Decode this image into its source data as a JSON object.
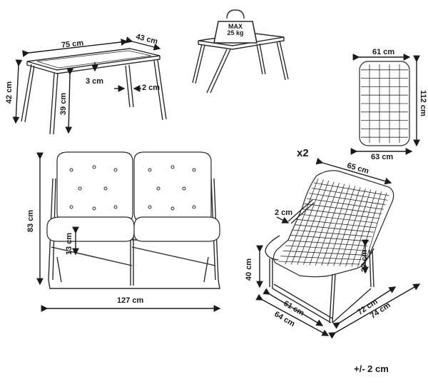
{
  "table": {
    "length": "75 cm",
    "depth": "43 cm",
    "height": "42 cm",
    "leg_height": "39 cm",
    "top_thickness": "3 cm",
    "leg_width": "2 cm"
  },
  "load": {
    "line1": "MAX",
    "line2": "25 kg"
  },
  "seat_cushion": {
    "width_top": "61 cm",
    "width_bottom": "63 cm",
    "length": "112 cm"
  },
  "sofa": {
    "height": "83 cm",
    "seat_height": "13 cm",
    "width": "127 cm"
  },
  "chair": {
    "quantity": "x2",
    "back_width": "65 cm",
    "frame_thickness": "2 cm",
    "seat_height": "40 cm",
    "armrest_height": "27 cm",
    "width_inner": "61 cm",
    "width_outer": "64 cm",
    "depth_inner": "72 cm",
    "depth_outer": "74 cm"
  },
  "tolerance": "+/- 2 cm"
}
